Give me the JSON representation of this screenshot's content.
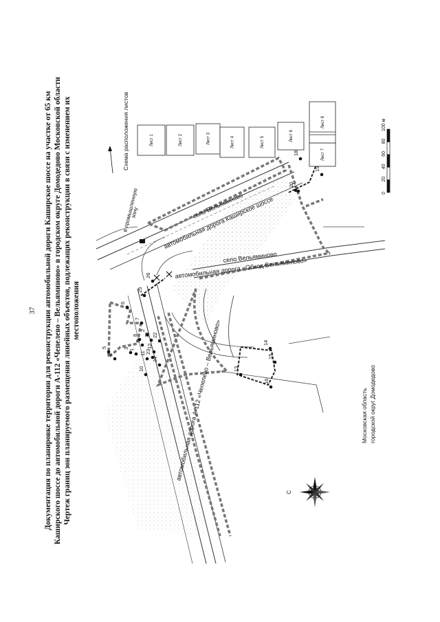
{
  "page_number": "37",
  "title_lines": [
    "Документация по планировке территории для реконструкции автомобильной дороги Каширское шоссе на участке от 65 км",
    "Каширского шоссе до автомобильной дороги А-112 «Чепелево – Вельяминово» в городском округе Домодедово Московской области",
    "Чертеж границ зон планируемого размещения линейных объектов, подлежащих реконструкции в связи с изменением их",
    "местоположения"
  ],
  "map": {
    "road_labels": {
      "kashirskoe": "автомобильная дорога Каширское шоссе",
      "obkhod": "автомобильная дорога «Обход Вельяминово»",
      "a112": "автомобильная дорога А-112 «Чепелево – Вельяминово»"
    },
    "village_labels": [
      "село Вельяминово",
      "село Вельяминово"
    ],
    "direction_label_1": "в промышленную",
    "direction_label_2": "зону",
    "region_line_1": "Московская область",
    "region_line_2": "городской округ Домодедово",
    "compass_letter": "С",
    "point_numbers": [
      "1",
      "2",
      "3",
      "4",
      "5",
      "6",
      "7",
      "8",
      "9",
      "10",
      "11",
      "12",
      "13",
      "14",
      "15",
      "16",
      "17",
      "18",
      "19",
      "20",
      "21",
      "22",
      "23",
      "24",
      "25",
      "26"
    ]
  },
  "sheet_scheme": {
    "title": "Схема расположения листов",
    "sheets": [
      "Лист 1",
      "Лист 2",
      "Лист 3",
      "Лист 4",
      "Лист 5",
      "Лист 6",
      "Лист 7",
      "Лист 8"
    ]
  },
  "scale_bar": {
    "ticks": [
      "0",
      "20",
      "40",
      "60",
      "80",
      "100 м"
    ]
  }
}
